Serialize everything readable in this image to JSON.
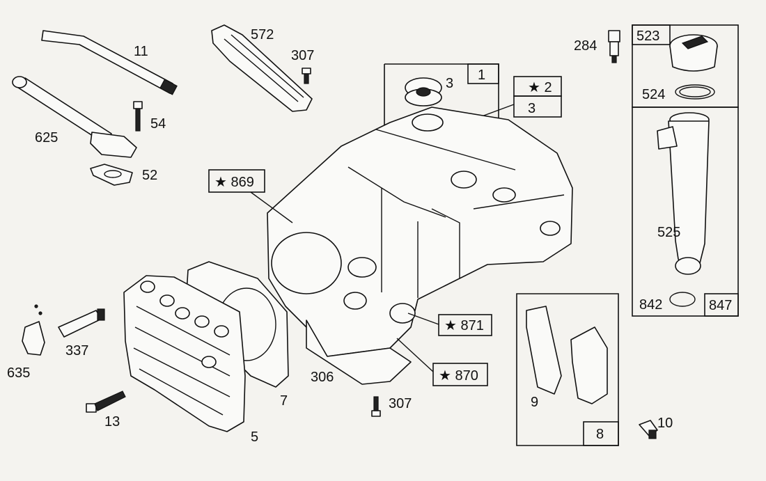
{
  "labels": {
    "l11": "11",
    "l54": "54",
    "l625": "625",
    "l52": "52",
    "l572": "572",
    "l307a": "307",
    "l3a": "3",
    "l1": "1",
    "l2": "★ 2",
    "l3b": "3",
    "l284": "284",
    "l523": "523",
    "l524": "524",
    "l525": "525",
    "l842": "842",
    "l847": "847",
    "l869": "★ 869",
    "l871": "★ 871",
    "l870": "★ 870",
    "l306": "306",
    "l307b": "307",
    "l635": "635",
    "l337": "337",
    "l13": "13",
    "l7": "7",
    "l5": "5",
    "l9": "9",
    "l8": "8",
    "l10": "10"
  }
}
